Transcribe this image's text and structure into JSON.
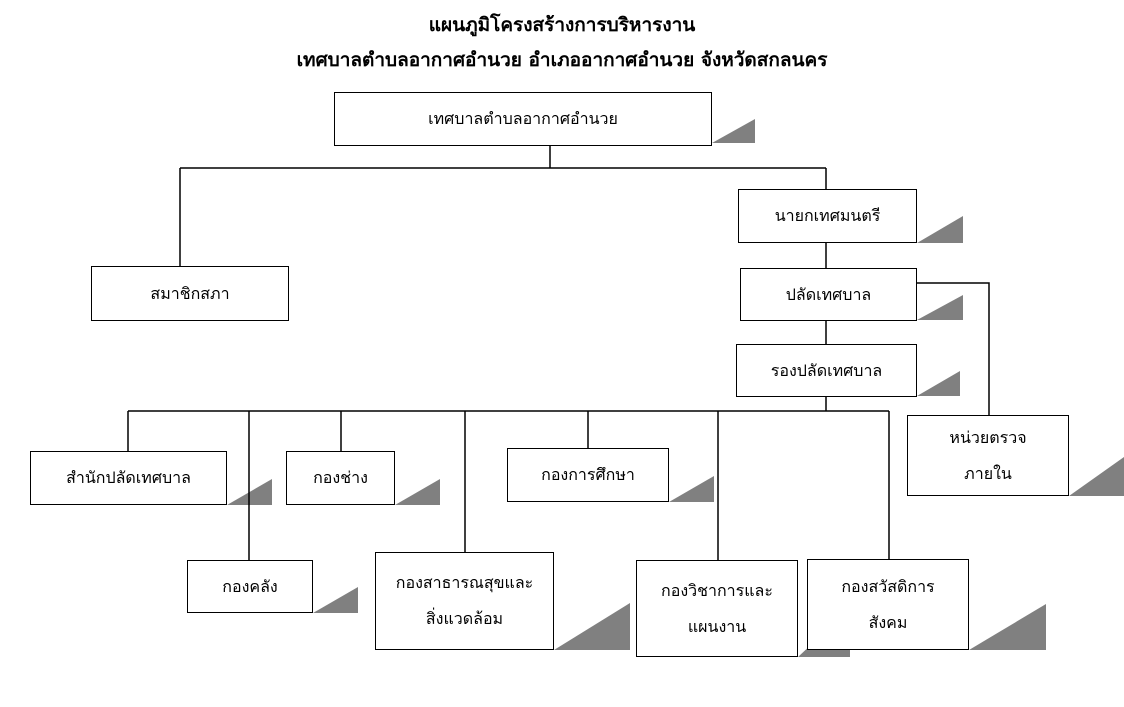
{
  "title": {
    "line1": "แผนภูมิโครงสร้างการบริหารงาน",
    "line2": "เทศบาลตำบลอากาศอำนวย อำเภออากาศอำนวย จังหวัดสกลนคร"
  },
  "nodes": {
    "municipality": "เทศบาลตำบลอากาศอำนวย",
    "mayor": "นายกเทศมนตรี",
    "council": "สมาชิกสภา",
    "clerk": "ปลัดเทศบาล",
    "deputy_clerk": "รองปลัดเทศบาล",
    "audit_line1": "หน่วยตรวจ",
    "audit_line2": "ภายใน",
    "office_clerk": "สำนักปลัดเทศบาล",
    "engineering": "กองช่าง",
    "education": "กองการศึกษา",
    "finance": "กองคลัง",
    "health_line1": "กองสาธารณสุขและ",
    "health_line2": "สิ่งแวดล้อม",
    "planning_line1": "กองวิชาการและ",
    "planning_line2": "แผนงาน",
    "welfare_line1": "กองสวัสดิการ",
    "welfare_line2": "สังคม"
  },
  "colors": {
    "line": "#000000",
    "shadow": "#808080",
    "box_fill": "#ffffff"
  }
}
